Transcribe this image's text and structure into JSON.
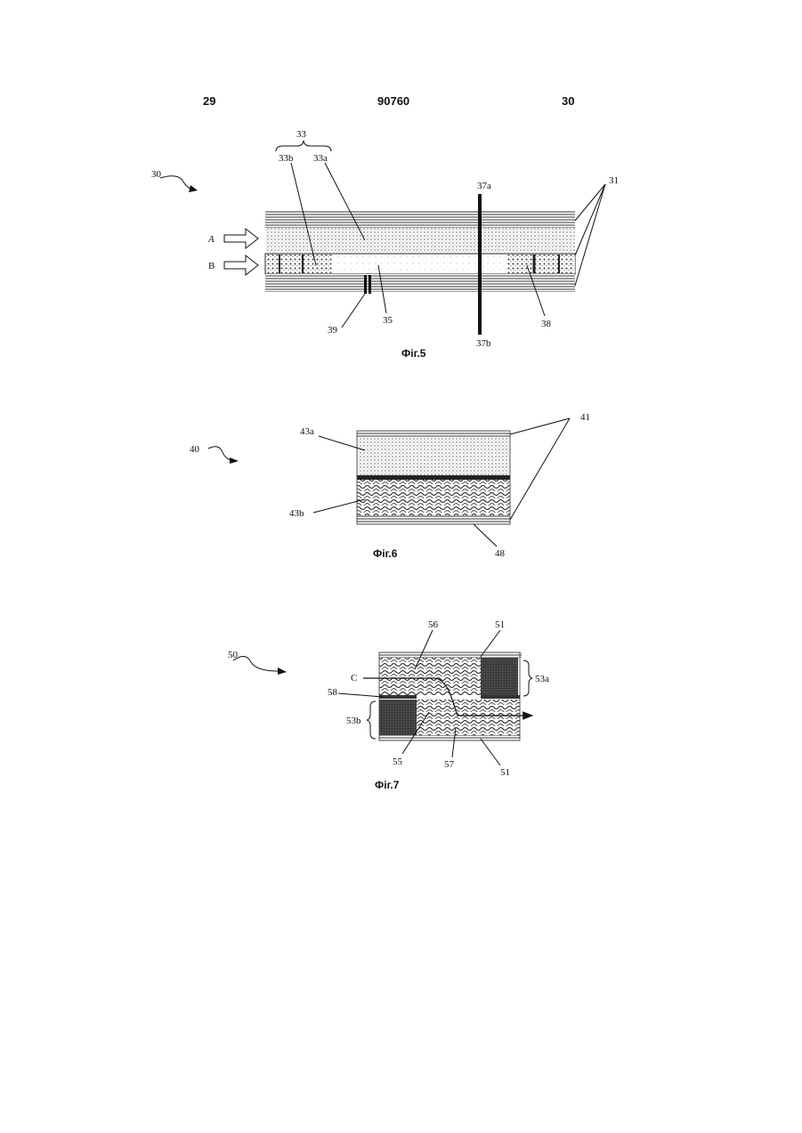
{
  "header": {
    "page_left": "29",
    "patent_number": "90760",
    "page_right": "30"
  },
  "fig5": {
    "caption": "Фіг.5",
    "labels": {
      "ref_30": "30",
      "ref_33": "33",
      "ref_33b": "33b",
      "ref_33a": "33a",
      "ref_37a": "37a",
      "ref_31": "31",
      "flow_a": "A",
      "flow_b": "B",
      "ref_39": "39",
      "ref_35": "35",
      "ref_37b": "37b",
      "ref_38": "38"
    }
  },
  "fig6": {
    "caption": "Фіг.6",
    "labels": {
      "ref_40": "40",
      "ref_41": "41",
      "ref_43a": "43a",
      "ref_43b": "43b",
      "ref_48": "48"
    }
  },
  "fig7": {
    "caption": "Фіг.7",
    "labels": {
      "ref_50": "50",
      "ref_56": "56",
      "ref_51_top": "51",
      "ref_c": "C",
      "ref_53a": "53a",
      "ref_58": "58",
      "ref_53b": "53b",
      "ref_55": "55",
      "ref_57": "57",
      "ref_51_bottom": "51"
    }
  }
}
